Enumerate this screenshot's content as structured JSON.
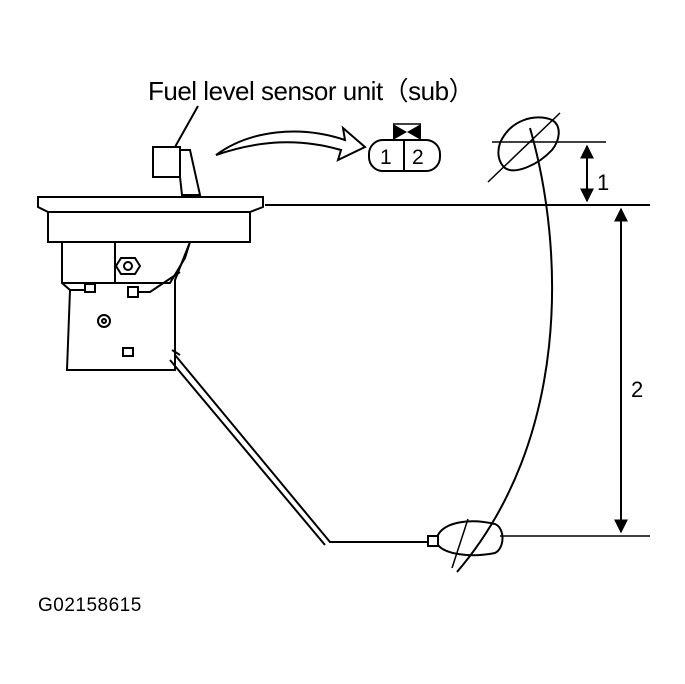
{
  "diagram": {
    "title": "Fuel level sensor unit（sub）",
    "connector_pins": [
      "1",
      "2"
    ],
    "dimension_labels": [
      "1",
      "2"
    ],
    "figure_code": "G02158615"
  },
  "colors": {
    "stroke": "#000000",
    "background": "#ffffff"
  },
  "icons": [
    "connector-icon",
    "curved-arrow-icon",
    "float-icon"
  ]
}
